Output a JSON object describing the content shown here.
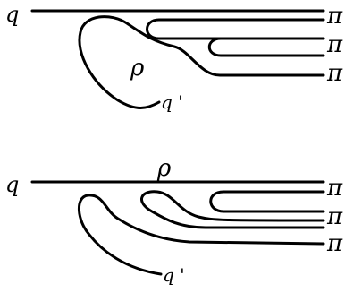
{
  "top_diagram": {
    "labels": {
      "q": "q",
      "rho": "ρ",
      "q_prime": "q '",
      "pi_1": "π",
      "pi_2": "π",
      "pi_3": "π"
    }
  },
  "bottom_diagram": {
    "labels": {
      "q": "q",
      "rho": "ρ",
      "q_prime": "q '",
      "pi_1": "π",
      "pi_2": "π",
      "pi_3": "π"
    }
  }
}
